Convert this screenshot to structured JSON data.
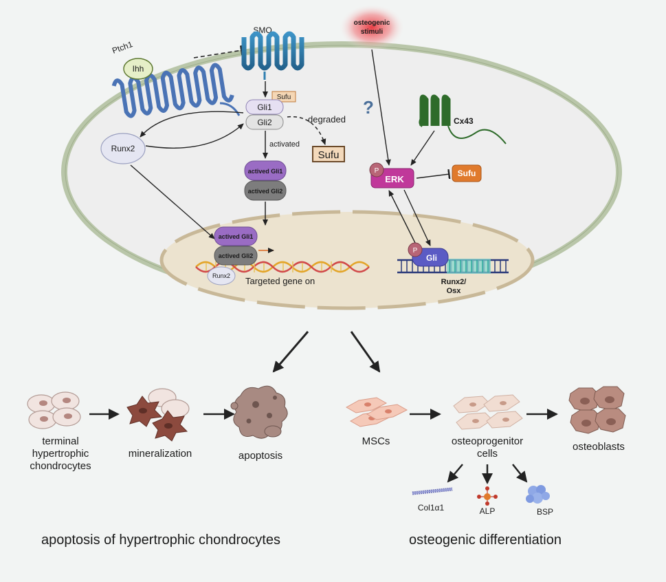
{
  "labels": {
    "ptch1": "Ptch1",
    "ihh": "Ihh",
    "smo": "SMO",
    "sufu_small": "Sufu",
    "gli1": "Gli1",
    "gli2": "Gli2",
    "degraded": "degraded",
    "sufu_degraded": "Sufu",
    "runx2": "Runx2",
    "activated": "activated",
    "actived_gli1": "actived Gli1",
    "actived_gli2": "actived Gli2",
    "runx2_small": "Runx2",
    "targeted_gene": "Targeted gene on",
    "osteogenic_stimuli_1": "osteogenic",
    "osteogenic_stimuli_2": "stimuli",
    "question": "?",
    "cx43": "Cx43",
    "erk": "ERK",
    "p": "P",
    "sufu_inhibited": "Sufu",
    "gli": "Gli",
    "runx2_osx_1": "Runx2/",
    "runx2_osx_2": "Osx"
  },
  "cells": {
    "terminal_1": "terminal",
    "terminal_2": "hypertrophic",
    "terminal_3": "chondrocytes",
    "mineralization": "mineralization",
    "apoptosis": "apoptosis",
    "mscs": "MSCs",
    "osteoprogenitor_1": "osteoprogenitor",
    "osteoprogenitor_2": "cells",
    "osteoblasts": "osteoblasts",
    "col1a1": "Col1α1",
    "alp": "ALP",
    "bsp": "BSP"
  },
  "captions": {
    "left": "apoptosis of hypertrophic chondrocytes",
    "right": "osteogenic differentiation"
  },
  "colors": {
    "membrane": "#b9c6a9",
    "cytoplasm": "#eeeeee",
    "nucleus": "#ece3cf",
    "receptor_blue": "#4a73b5",
    "smo_blue": "#2f7fb0",
    "gli_purple": "#9a6cc4",
    "gli_grey": "#7a7a7a",
    "erk_magenta": "#c0389a",
    "sufu_orange": "#e07a2c",
    "cx43_green": "#2e6b2a",
    "stimuli_red": "#e8333a"
  }
}
